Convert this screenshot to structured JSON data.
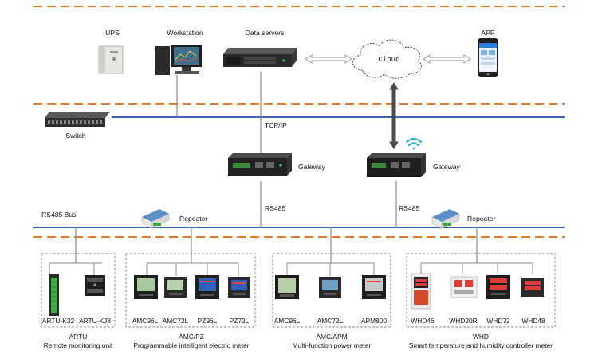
{
  "top_devices": {
    "ups": "UPS",
    "workstation": "Workstation",
    "data_servers": "Data servers",
    "cloud": "Cloud",
    "app": "APP",
    "switch": "Switch"
  },
  "links": {
    "tcpip": "TCP/IP",
    "rs485_left": "RS485",
    "rs485_right": "RS485",
    "rs485_bus": "RS485 Bus",
    "gateway_left": "Gateway",
    "gateway_right": "Gateway",
    "repeater_left": "Repeater",
    "repeater_right": "Repeater"
  },
  "groups": [
    {
      "devices": [
        "ARTU-K32",
        "ARTU-KJ8"
      ],
      "series": "ARTU",
      "description": "Remote monitoring unit"
    },
    {
      "devices": [
        "AMC96L",
        "AMC72L",
        "PZ96L",
        "PZ72L"
      ],
      "series": "AMC/PZ",
      "description": "Programmable intelligent electric meter"
    },
    {
      "devices": [
        "AMC96L",
        "AMC72L",
        "APM800"
      ],
      "series": "AMC/APM",
      "description": "Multi-function power meter"
    },
    {
      "devices": [
        "WHD46",
        "WHD20R",
        "WHD72",
        "WHD48"
      ],
      "series": "WHD",
      "description": "Smart temperature and humidity controller meter"
    }
  ],
  "colors": {
    "divider": "#e07b2e",
    "bus": "#3a64b4",
    "wire": "#7a7a7a",
    "arrow": "#9a9a9a"
  }
}
